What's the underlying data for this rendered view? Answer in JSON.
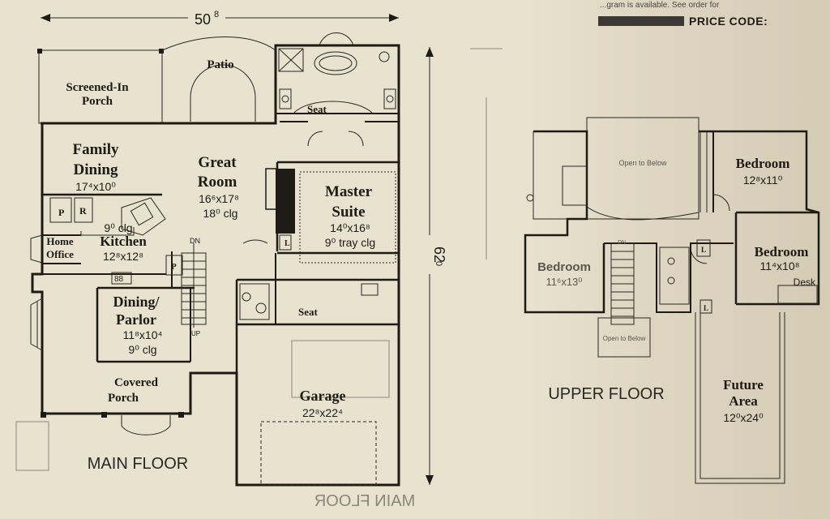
{
  "header": {
    "availability_note": "...gram is available. See order for",
    "price_code_label": "PRICE CODE:"
  },
  "dimensions": {
    "overall_width": "50",
    "overall_width_sup": "8",
    "overall_depth": "62",
    "overall_depth_sup": "0"
  },
  "main_floor": {
    "title": "MAIN FLOOR",
    "rooms": [
      {
        "id": "screened-porch",
        "lines": [
          "Screened-In",
          "Porch"
        ],
        "dims": ""
      },
      {
        "id": "patio",
        "lines": [
          "Patio"
        ],
        "dims": ""
      },
      {
        "id": "family-dining",
        "lines": [
          "Family",
          "Dining"
        ],
        "dims": "17⁴x10⁰"
      },
      {
        "id": "great-room",
        "lines": [
          "Great",
          "Room"
        ],
        "dims": "16⁶x17⁸",
        "note": "18⁰ clg"
      },
      {
        "id": "master-suite",
        "lines": [
          "Master",
          "Suite"
        ],
        "dims": "14⁰x16⁸",
        "note": "9⁰ tray clg"
      },
      {
        "id": "kitchen",
        "lines": [
          "Kitchen"
        ],
        "dims": "12⁸x12⁸",
        "note": "9⁰ clg"
      },
      {
        "id": "home-office",
        "lines": [
          "Home",
          "Office"
        ],
        "dims": ""
      },
      {
        "id": "dining-parlor",
        "lines": [
          "Dining/",
          "Parlor"
        ],
        "dims": "11⁸x10⁴",
        "note": "9⁰ clg"
      },
      {
        "id": "covered-porch",
        "lines": [
          "Covered",
          "Porch"
        ],
        "dims": ""
      },
      {
        "id": "garage",
        "lines": [
          "Garage"
        ],
        "dims": "22⁸x22⁴"
      }
    ],
    "small_labels": {
      "seat_master": "Seat",
      "seat_hall": "Seat",
      "stair_dn": "DN",
      "stair_up": "UP",
      "pantry": "P",
      "refrigerator": "R",
      "linen": "L",
      "pantry2": "P",
      "range": "88"
    }
  },
  "upper_floor": {
    "title": "UPPER FLOOR",
    "rooms": [
      {
        "id": "bedroom-ne",
        "lines": [
          "Bedroom"
        ],
        "dims": "12⁸x11⁰"
      },
      {
        "id": "bedroom-e",
        "lines": [
          "Bedroom"
        ],
        "dims": "11⁴x10⁸"
      },
      {
        "id": "bedroom-w",
        "lines": [
          "Bedroom"
        ],
        "dims": "11⁶x13⁰"
      },
      {
        "id": "future-area",
        "lines": [
          "Future",
          "Area"
        ],
        "dims": "12⁰x24⁰"
      }
    ],
    "small_labels": {
      "open_below_top": "Open to Below",
      "open_below_stair": "Open to Below",
      "desk": "Desk",
      "stair_dn": "DN",
      "linen1": "L",
      "linen2": "L"
    }
  },
  "bleedthrough": {
    "mirrored_title": "MAIN FLOOR"
  }
}
